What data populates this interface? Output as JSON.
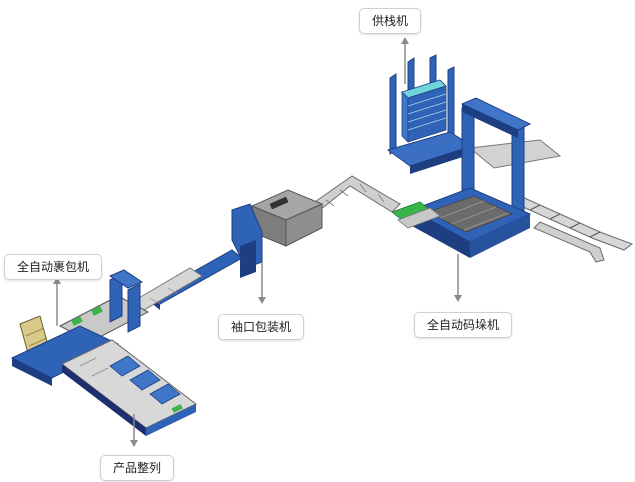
{
  "labels": {
    "pallet_supply": "供栈机",
    "auto_wrapper": "全自动裹包机",
    "sleeve_packer": "袖口包装机",
    "auto_palletizer": "全自动码垛机",
    "product_sorting": "产品整列"
  },
  "colors": {
    "machine_blue": "#2f63b8",
    "machine_dark": "#1d3f82",
    "frame_navy": "#1e2e6e",
    "conveyor_grey": "#9a9a9a",
    "housing_grey": "#8c8c8c",
    "accent_cyan": "#6fd4dc",
    "accent_green": "#3bb54a",
    "arrow_grey": "#8a8a8a"
  }
}
